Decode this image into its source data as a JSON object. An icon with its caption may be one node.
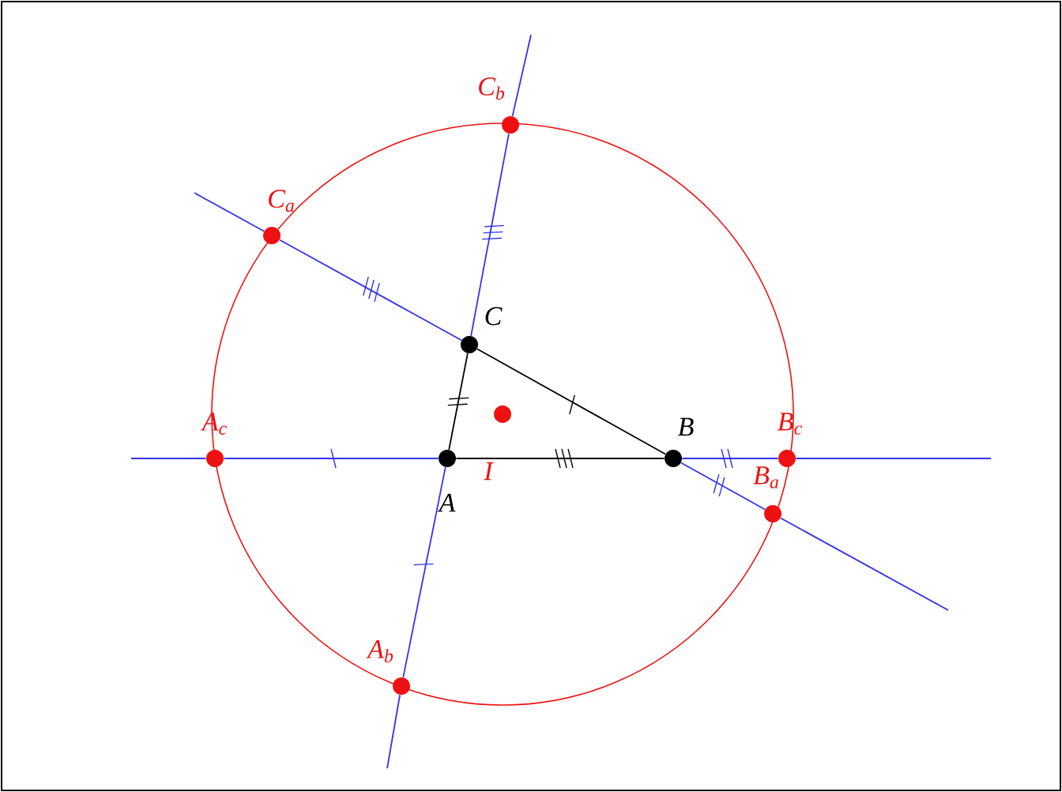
{
  "diagram": {
    "nodes": [
      {
        "text": [
          "A"
        ]
      },
      {
        "text": [
          "B"
        ]
      },
      {
        "text": [
          "C"
        ]
      },
      {
        "text": [
          "I"
        ]
      },
      {
        "text": [
          "A$_{c}$"
        ]
      },
      {
        "text": [
          "A$_{b}$"
        ]
      },
      {
        "text": [
          "B$_{c}$"
        ]
      },
      {
        "text": [
          "B$_{a}$"
        ]
      },
      {
        "text": [
          "C$_{a}$"
        ]
      },
      {
        "text": [
          "C$_{b}$"
        ]
      }
    ],
    "edges": [
      {
        "from": 0,
        "to": 1,
        "arrow": "none",
        "color": "#000000"
      },
      {
        "from": 1,
        "to": 2,
        "arrow": "none",
        "color": "#000000"
      },
      {
        "from": 2,
        "to": 0,
        "arrow": "none",
        "color": "#000000"
      },
      {
        "from": 4,
        "to": 0,
        "arrow": "none"
      },
      {
        "from": 1,
        "to": 6,
        "arrow": "none"
      },
      {
        "from": 8,
        "to": 2,
        "arrow": "none"
      },
      {
        "from": 1,
        "to": 7,
        "arrow": "none"
      },
      {
        "from": 5,
        "to": 0,
        "arrow": "none"
      },
      {
        "from": 2,
        "to": 9,
        "arrow": "none"
      },
      {
        "from": null,
        "to": 4,
        "arrow": "none"
      },
      {
        "from": null,
        "to": 6,
        "arrow": "none"
      },
      {
        "from": null,
        "to": 8,
        "arrow": "none"
      },
      {
        "from": null,
        "to": 7,
        "arrow": "none"
      },
      {
        "from": null,
        "to": 5,
        "arrow": "none"
      },
      {
        "from": null,
        "to": 9,
        "arrow": "none"
      }
    ]
  }
}
